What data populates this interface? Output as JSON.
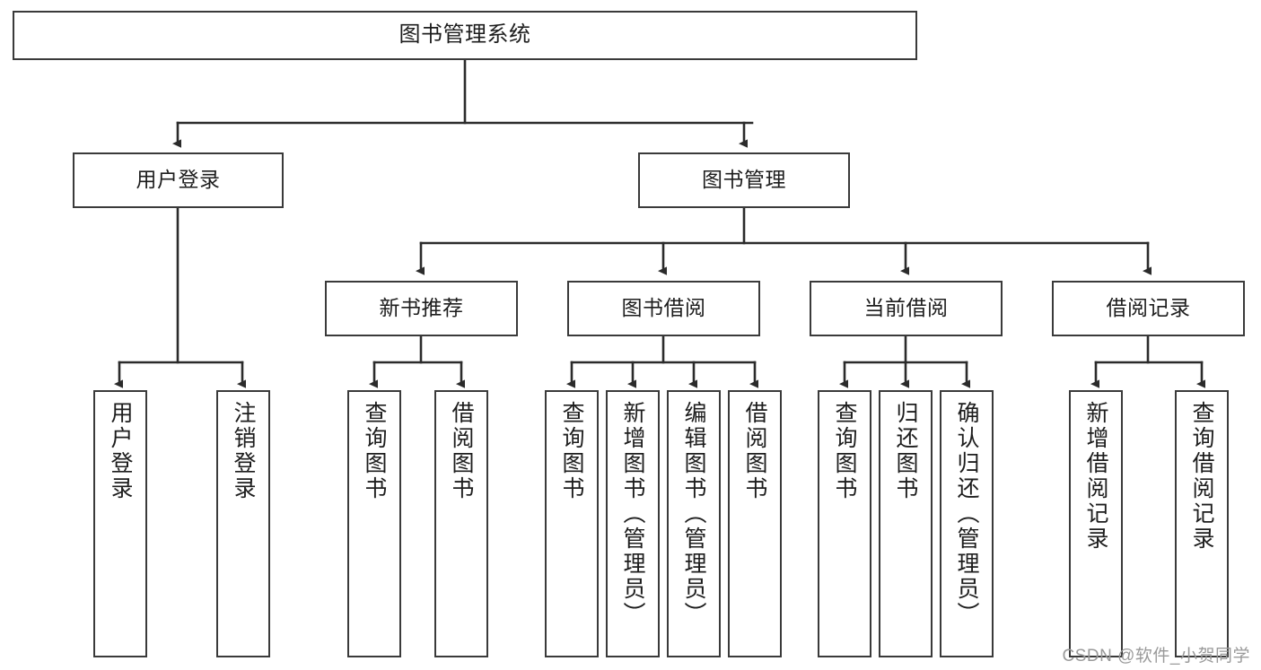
{
  "diagram": {
    "title": "图书管理系统",
    "watermark": "CSDN @软件_小贺同学",
    "line_color": "#3a3a3a",
    "box_fill": "#ffffff",
    "text_color": "#1d1d1d",
    "watermark_color": "#9a9a9a"
  },
  "nodes": {
    "root": {
      "label": "图书管理系统",
      "level": 1
    },
    "login": {
      "label": "用户登录",
      "level": 2
    },
    "bookmgmt": {
      "label": "图书管理",
      "level": 2
    },
    "newbook": {
      "label": "新书推荐",
      "level": 3
    },
    "borrow": {
      "label": "图书借阅",
      "level": 3
    },
    "current": {
      "label": "当前借阅",
      "level": 3
    },
    "records": {
      "label": "借阅记录",
      "level": 3
    },
    "leaf_login_1": {
      "label": "用户登录",
      "level": 4
    },
    "leaf_login_2": {
      "label": "注销登录",
      "level": 4
    },
    "leaf_new_1": {
      "label": "查询图书",
      "level": 4
    },
    "leaf_new_2": {
      "label": "借阅图书",
      "level": 4
    },
    "leaf_borrow_1": {
      "label": "查询图书",
      "level": 4
    },
    "leaf_borrow_2": {
      "label": "新增图书（管理员）",
      "level": 4
    },
    "leaf_borrow_3": {
      "label": "编辑图书（管理员）",
      "level": 4
    },
    "leaf_borrow_4": {
      "label": "借阅图书",
      "level": 4
    },
    "leaf_cur_1": {
      "label": "查询图书",
      "level": 4
    },
    "leaf_cur_2": {
      "label": "归还图书",
      "level": 4
    },
    "leaf_cur_3": {
      "label": "确认归还（管理员）",
      "level": 4
    },
    "leaf_rec_1": {
      "label": "新增借阅记录",
      "level": 4
    },
    "leaf_rec_2": {
      "label": "查询借阅记录",
      "level": 4
    }
  },
  "chart_data": {
    "type": "tree-diagram",
    "title": "图书管理系统",
    "orientation": "top-down",
    "tree": {
      "label": "图书管理系统",
      "children": [
        {
          "label": "用户登录",
          "children": [
            {
              "label": "用户登录"
            },
            {
              "label": "注销登录"
            }
          ]
        },
        {
          "label": "图书管理",
          "children": [
            {
              "label": "新书推荐",
              "children": [
                {
                  "label": "查询图书"
                },
                {
                  "label": "借阅图书"
                }
              ]
            },
            {
              "label": "图书借阅",
              "children": [
                {
                  "label": "查询图书"
                },
                {
                  "label": "新增图书（管理员）"
                },
                {
                  "label": "编辑图书（管理员）"
                },
                {
                  "label": "借阅图书"
                }
              ]
            },
            {
              "label": "当前借阅",
              "children": [
                {
                  "label": "查询图书"
                },
                {
                  "label": "归还图书"
                },
                {
                  "label": "确认归还（管理员）"
                }
              ]
            },
            {
              "label": "借阅记录",
              "children": [
                {
                  "label": "新增借阅记录"
                },
                {
                  "label": "查询借阅记录"
                }
              ]
            }
          ]
        }
      ]
    }
  }
}
